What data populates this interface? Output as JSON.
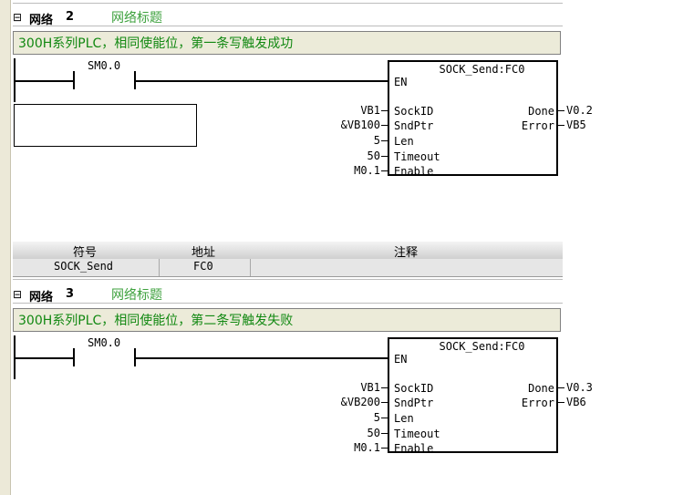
{
  "networks": [
    {
      "label": "网络",
      "number": "2",
      "title": "网络标题",
      "comment": "300H系列PLC，相同使能位，第一条写触发成功",
      "contact": "SM0.0",
      "block": {
        "name": "SOCK_Send:FC0",
        "en": "EN",
        "inputs": [
          {
            "operand": "VB1",
            "pin": "SockID"
          },
          {
            "operand": "&VB100",
            "pin": "SndPtr"
          },
          {
            "operand": "5",
            "pin": "Len"
          },
          {
            "operand": "50",
            "pin": "Timeout"
          },
          {
            "operand": "M0.1",
            "pin": "Enable"
          }
        ],
        "outputs": [
          {
            "pin": "Done",
            "operand": "V0.2"
          },
          {
            "pin": "Error",
            "operand": "VB5"
          }
        ]
      }
    },
    {
      "label": "网络",
      "number": "3",
      "title": "网络标题",
      "comment": "300H系列PLC，相同使能位，第二条写触发失败",
      "contact": "SM0.0",
      "block": {
        "name": "SOCK_Send:FC0",
        "en": "EN",
        "inputs": [
          {
            "operand": "VB1",
            "pin": "SockID"
          },
          {
            "operand": "&VB200",
            "pin": "SndPtr"
          },
          {
            "operand": "5",
            "pin": "Len"
          },
          {
            "operand": "50",
            "pin": "Timeout"
          },
          {
            "operand": "M0.1",
            "pin": "Enable"
          }
        ],
        "outputs": [
          {
            "pin": "Done",
            "operand": "V0.3"
          },
          {
            "pin": "Error",
            "operand": "VB6"
          }
        ]
      }
    }
  ],
  "symbol_table": {
    "headers": [
      "符号",
      "地址",
      "注释"
    ],
    "rows": [
      [
        "SOCK_Send",
        "FC0",
        ""
      ]
    ]
  }
}
